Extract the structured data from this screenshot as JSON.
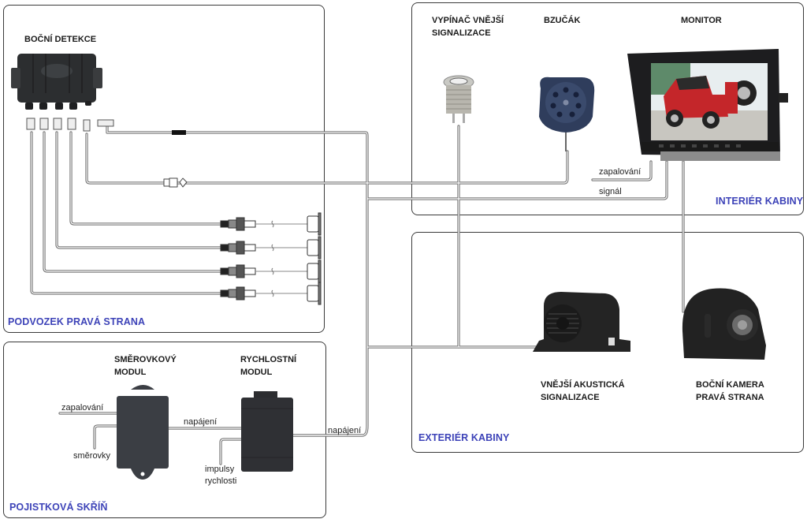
{
  "zones": {
    "chassis_right": "PODVOZEK PRAVÁ STRANA",
    "fuse_box": "POJISTKOVÁ SKŘÍŇ",
    "cab_interior": "INTERIÉR KABINY",
    "cab_exterior": "EXTERIÉR KABINY"
  },
  "components": {
    "side_detection": "BOČNÍ DETEKCE",
    "switch_line1": "VYPÍNAČ VNĚJŠÍ",
    "switch_line2": "SIGNALIZACE",
    "buzzer": "BZUČÁK",
    "monitor": "MONITOR",
    "ext_alarm_line1": "VNĚJŠÍ AKUSTICKÁ",
    "ext_alarm_line2": "SIGNALIZACE",
    "camera_line1": "BOČNÍ KAMERA",
    "camera_line2": "PRAVÁ STRANA",
    "turn_module_line1": "SMĚROVKOVÝ",
    "turn_module_line2": "MODUL",
    "speed_module_line1": "RYCHLOSTNÍ",
    "speed_module_line2": "MODUL"
  },
  "wire_labels": {
    "monitor_ignition": "zapalování",
    "monitor_signal": "signál",
    "turn_ignition": "zapalování",
    "turn_signals": "směrovky",
    "turn_to_speed_power": "napájení",
    "speed_pulses_line1": "impulsy",
    "speed_pulses_line2": "rychlosti",
    "speed_power_out": "napájení"
  },
  "sensor_count": 4,
  "colors": {
    "zone_label": "#3d43b8",
    "panel_border": "#3a3a3a",
    "wire": "#6b6b6b"
  }
}
